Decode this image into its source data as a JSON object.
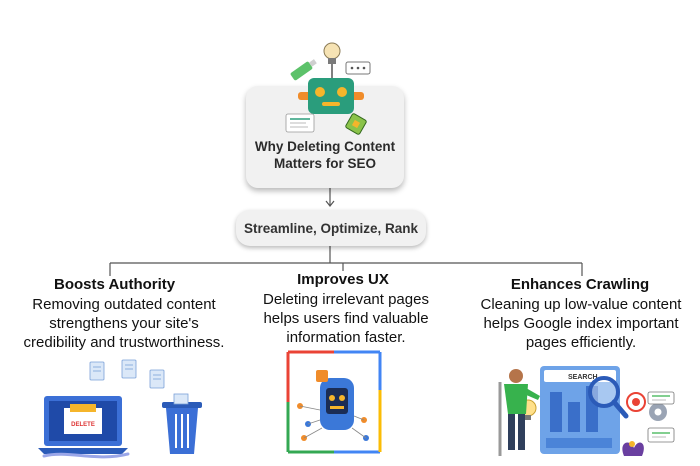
{
  "top_card": {
    "title_line1": "Why Deleting Content",
    "title_line2": "Matters for SEO"
  },
  "pill": {
    "label": "Streamline, Optimize, Rank"
  },
  "branches": [
    {
      "title": "Boosts Authority",
      "desc": [
        "Removing outdated content",
        "strengthens your site's",
        "credibility and trustworthiness."
      ]
    },
    {
      "title": "Improves UX",
      "desc": [
        "Deleting irrelevant pages",
        "helps users find valuable",
        "information faster."
      ]
    },
    {
      "title": "Enhances Crawling",
      "desc": [
        "Cleaning up low-value content",
        "helps Google index important",
        "pages efficiently."
      ]
    }
  ],
  "illustrations": {
    "left": {
      "screen_label": "DELETE"
    },
    "right": {
      "search_label": "SEARCH"
    }
  },
  "colors": {
    "card_bg": "#f1f1f1",
    "robot_green": "#2a9d7c",
    "robot_orange": "#f08c2a",
    "google_blue": "#4285f4",
    "google_red": "#ea4335",
    "google_yellow": "#fbbc05",
    "google_green": "#34a853",
    "trash_blue": "#3b6fd6",
    "connector": "#555555"
  },
  "icons": [
    "robot-icon",
    "lightbulb-icon",
    "usb-drive-icon",
    "chat-bubble-icon",
    "chip-icon",
    "laptop-icon",
    "document-icon",
    "trash-bin-icon",
    "person-icon",
    "magnifier-icon",
    "search-window-icon",
    "gear-icon"
  ]
}
